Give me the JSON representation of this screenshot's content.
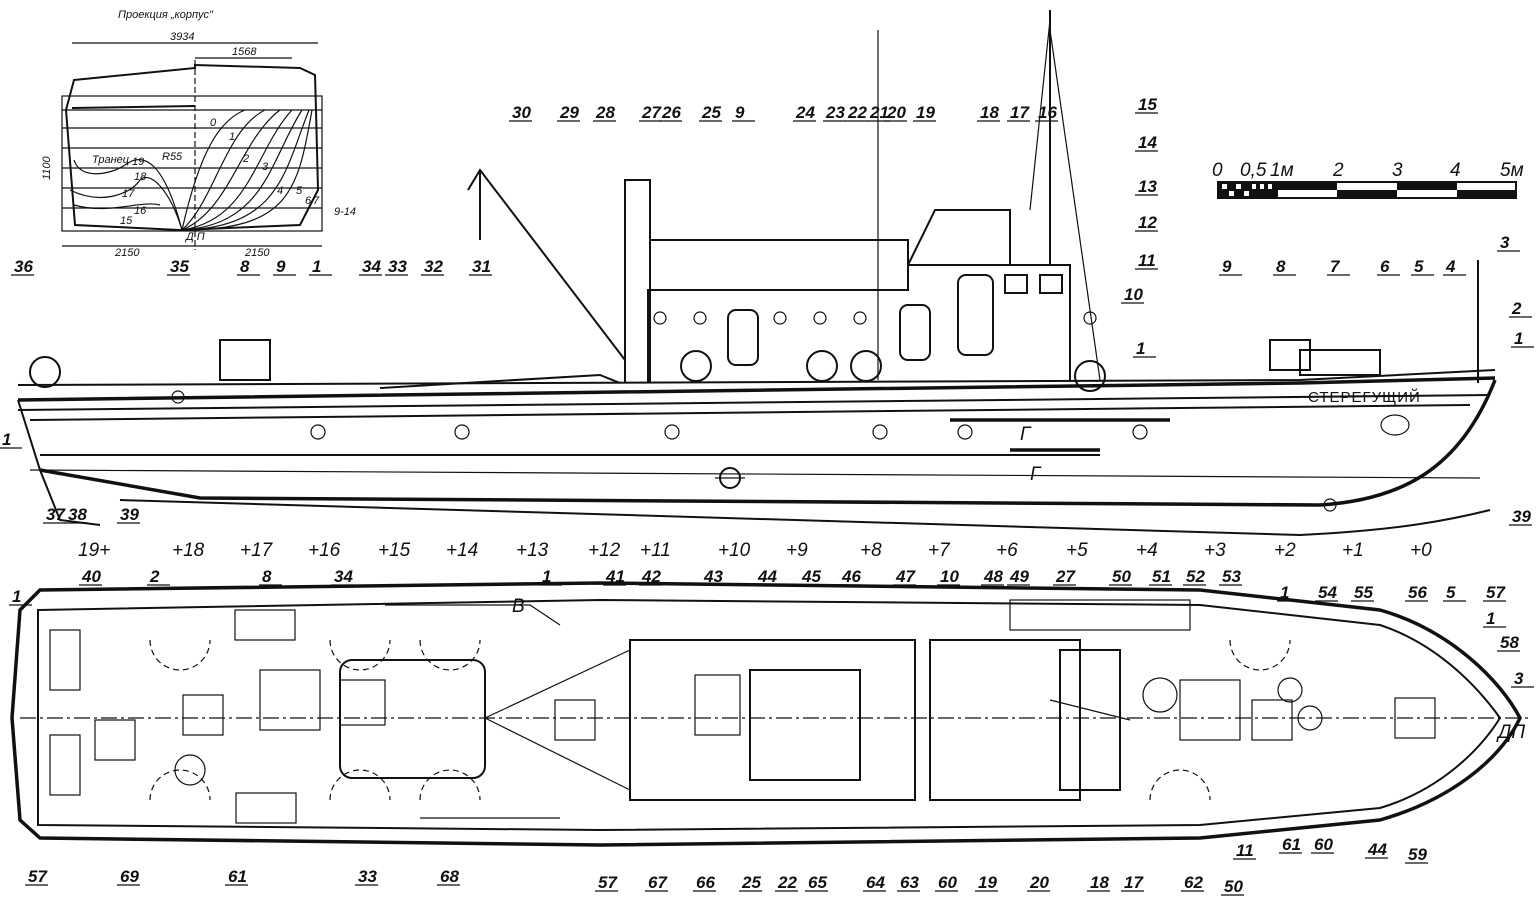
{
  "body_plan": {
    "title": "Проекция „корпус\"",
    "dim_overall": "3934",
    "dim_top": "1568",
    "dim_height": "1100",
    "dim_left": "2150",
    "dim_right": "2150",
    "centerline": "Д П",
    "transom": "Транец",
    "radius": "R55",
    "stations_right": [
      "0",
      "1",
      "2",
      "3",
      "4",
      "5",
      "6",
      "7",
      "9-14"
    ],
    "stations_left": [
      "19",
      "18",
      "17",
      "16",
      "15"
    ]
  },
  "scale_bar": {
    "labels": [
      "0",
      "0,5",
      "1м",
      "2",
      "3",
      "4",
      "5м"
    ]
  },
  "side_view": {
    "ship_name": "СТЕРЕГУЩИЙ",
    "section_mark": "Г",
    "callouts": [
      "36",
      "35",
      "8",
      "9",
      "1",
      "34",
      "33",
      "32",
      "31",
      "30",
      "29",
      "28",
      "27",
      "26",
      "25",
      "9",
      "24",
      "23",
      "22",
      "21",
      "20",
      "19",
      "18",
      "17",
      "16",
      "15",
      "14",
      "13",
      "12",
      "11",
      "10",
      "9",
      "8",
      "7",
      "6",
      "5",
      "4",
      "3",
      "2",
      "1",
      "1",
      "1",
      "37",
      "38",
      "39",
      "39"
    ]
  },
  "frames": [
    "19+",
    "+18",
    "+17",
    "+16",
    "+15",
    "+14",
    "+13",
    "+12",
    "+11",
    "+10",
    "+9",
    "+8",
    "+7",
    "+6",
    "+5",
    "+4",
    "+3",
    "+2",
    "+1",
    "+0"
  ],
  "plan_view": {
    "centerline": "ДП",
    "view_mark": "В",
    "callouts_top": [
      "40",
      "2",
      "8",
      "34",
      "1",
      "41",
      "42",
      "43",
      "44",
      "45",
      "46",
      "47",
      "10",
      "48",
      "49",
      "27",
      "50",
      "51",
      "52",
      "53",
      "1",
      "54",
      "55",
      "56",
      "5",
      "57",
      "1",
      "58",
      "3",
      "1"
    ],
    "callouts_bottom": [
      "57",
      "69",
      "61",
      "33",
      "68",
      "57",
      "67",
      "66",
      "25",
      "22",
      "65",
      "64",
      "63",
      "60",
      "19",
      "20",
      "18",
      "17",
      "62",
      "50",
      "11",
      "61",
      "60",
      "44",
      "59"
    ]
  }
}
